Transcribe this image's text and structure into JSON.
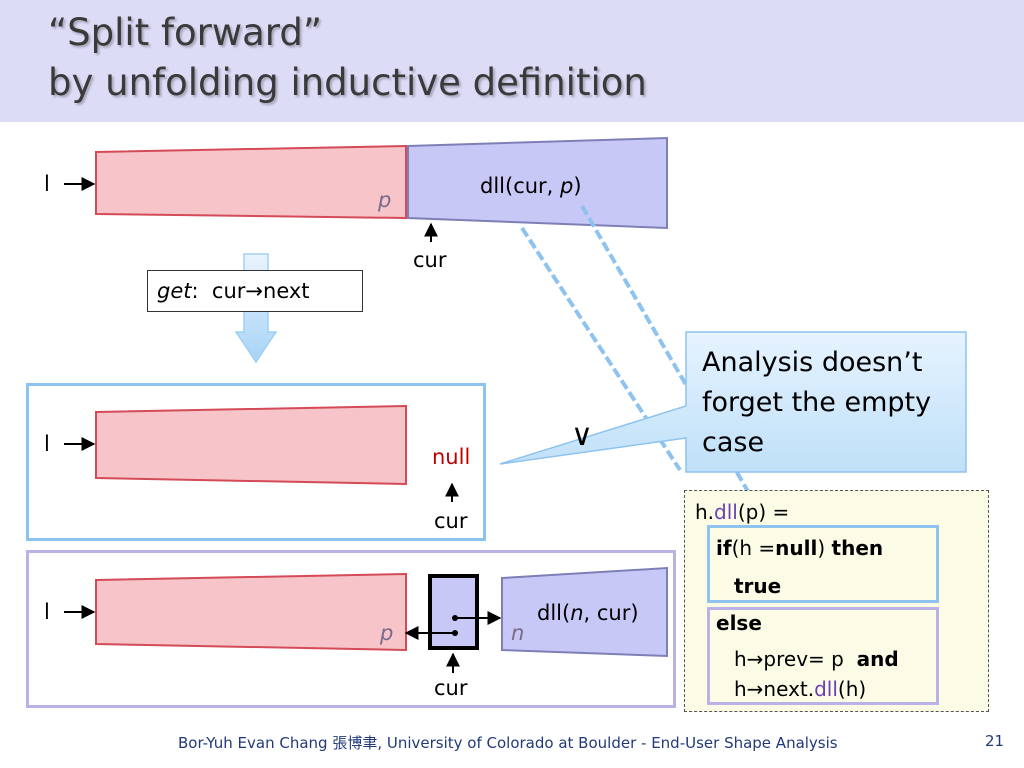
{
  "title": {
    "line1": "“Split forward”",
    "line2": "by unfolding inductive definition"
  },
  "top_row": {
    "l_label": "l",
    "p_label": "p",
    "dll_prefix": "dll(cur, ",
    "dll_p": "p",
    "dll_suffix": ")",
    "cur_label": "cur"
  },
  "get_box": {
    "get": "get",
    "colon": ":",
    "expr": "cur→next"
  },
  "case_null": {
    "l_label": "l",
    "null_label": "null",
    "cur_label": "cur"
  },
  "or_symbol": "∨",
  "case_node": {
    "l_label": "l",
    "p_label": "p",
    "n_label": "n",
    "dll_prefix": "dll(",
    "dll_n": "n",
    "dll_suffix": ", cur)",
    "cur_label": "cur"
  },
  "callout": {
    "text": "Analysis doesn’t forget the empty case"
  },
  "code": {
    "l1_pre": "h.",
    "l1_dll": "dll",
    "l1_post": "(p) =",
    "l2_if": "if",
    "l2_mid": "(h =",
    "l2_null": "null",
    "l2_close": ")",
    "l2_then": "then",
    "l3": "true",
    "l4": "else",
    "l5_pre": "h→prev= p",
    "l5_and": "and",
    "l6_pre": "h→next.",
    "l6_dll": "dll",
    "l6_post": "(h)"
  },
  "footer": {
    "text": "Bor-Yuh Evan Chang 張博聿, University of Colorado at Boulder - End-User Shape Analysis",
    "page": "21"
  },
  "colors": {
    "header_bg": "#dcdcf7",
    "pink_fill": "#f7c5c9",
    "pink_stroke": "#d44a57",
    "lavender_fill": "#c8c8f7",
    "accent_blue": "#8ec3ef",
    "null_red": "#c00000"
  }
}
